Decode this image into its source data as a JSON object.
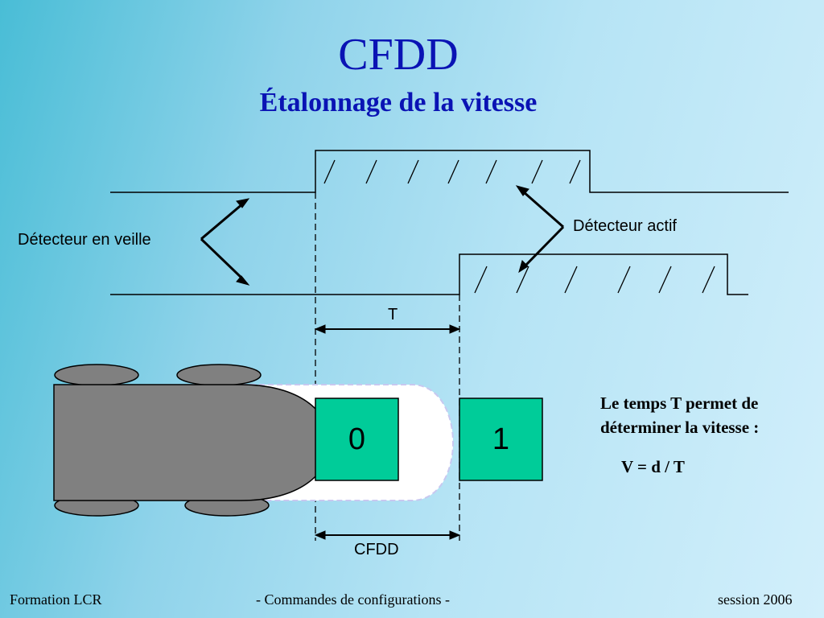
{
  "title": "CFDD",
  "subtitle": "Étalonnage de la vitesse",
  "labels": {
    "standby_detector": "Détecteur en veille",
    "active_detector": "Détecteur actif",
    "period": "T",
    "cfdd": "CFDD",
    "box_0": "0",
    "box_1": "1"
  },
  "note": {
    "line1": "Le temps T permet de",
    "line2": "déterminer la vitesse  :",
    "formula": "V = d / T"
  },
  "footer": {
    "left": "Formation LCR",
    "center": "- Commandes de configurations -",
    "right": "session 2006"
  },
  "colors": {
    "title": "#0a13b4",
    "box_fill": "#00cc99",
    "vehicle": "#808080",
    "beam": "#ffffff"
  }
}
